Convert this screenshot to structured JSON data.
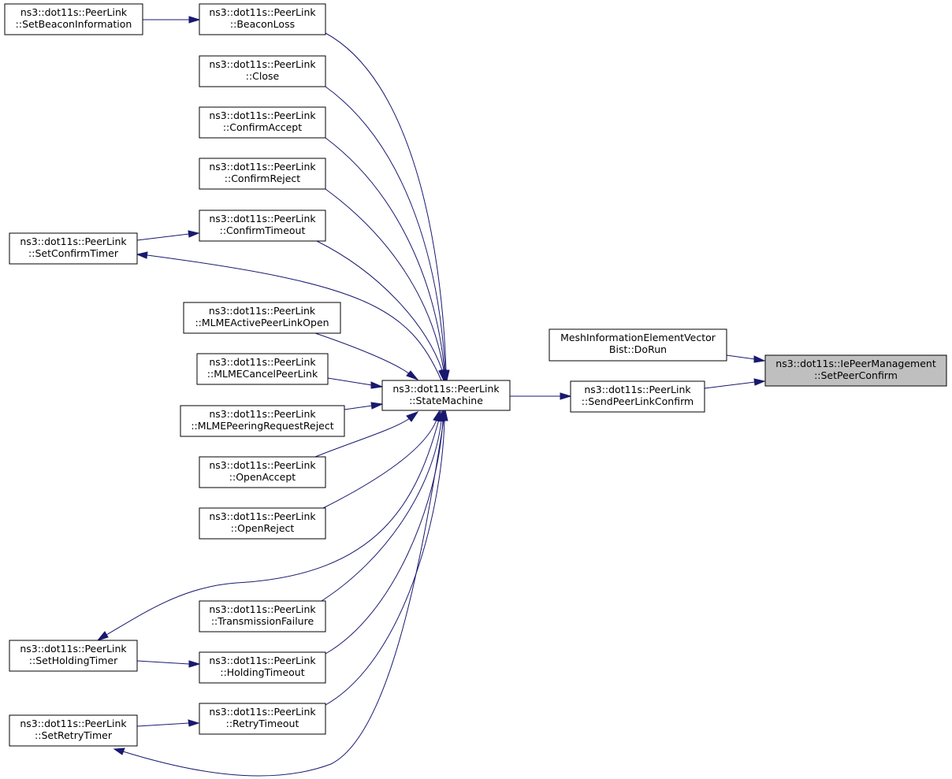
{
  "diagram": {
    "kind": "doxygen caller graph",
    "colors": {
      "edge": "#191970",
      "box_border": "#000000",
      "focus_fill": "#bfbfbf",
      "box_fill": "#ffffff"
    },
    "nodes": [
      {
        "id": "setpeerconfirm",
        "lines": [
          "ns3::dot11s::IePeerManagement",
          "::SetPeerConfirm"
        ],
        "focus": true
      },
      {
        "id": "doRun",
        "lines": [
          "MeshInformationElementVector",
          "Bist::DoRun"
        ]
      },
      {
        "id": "sendconfirm",
        "lines": [
          "ns3::dot11s::PeerLink",
          "::SendPeerLinkConfirm"
        ]
      },
      {
        "id": "statemachine",
        "lines": [
          "ns3::dot11s::PeerLink",
          "::StateMachine"
        ]
      },
      {
        "id": "beaconloss",
        "lines": [
          "ns3::dot11s::PeerLink",
          "::BeaconLoss"
        ]
      },
      {
        "id": "close",
        "lines": [
          "ns3::dot11s::PeerLink",
          "::Close"
        ]
      },
      {
        "id": "confirmaccept",
        "lines": [
          "ns3::dot11s::PeerLink",
          "::ConfirmAccept"
        ]
      },
      {
        "id": "confirmreject",
        "lines": [
          "ns3::dot11s::PeerLink",
          "::ConfirmReject"
        ]
      },
      {
        "id": "confirmtimeout",
        "lines": [
          "ns3::dot11s::PeerLink",
          "::ConfirmTimeout"
        ]
      },
      {
        "id": "mlmeactive",
        "lines": [
          "ns3::dot11s::PeerLink",
          "::MLMEActivePeerLinkOpen"
        ]
      },
      {
        "id": "mlmecancel",
        "lines": [
          "ns3::dot11s::PeerLink",
          "::MLMECancelPeerLink"
        ]
      },
      {
        "id": "mlmepeering",
        "lines": [
          "ns3::dot11s::PeerLink",
          "::MLMEPeeringRequestReject"
        ]
      },
      {
        "id": "openaccept",
        "lines": [
          "ns3::dot11s::PeerLink",
          "::OpenAccept"
        ]
      },
      {
        "id": "openreject",
        "lines": [
          "ns3::dot11s::PeerLink",
          "::OpenReject"
        ]
      },
      {
        "id": "transfail",
        "lines": [
          "ns3::dot11s::PeerLink",
          "::TransmissionFailure"
        ]
      },
      {
        "id": "holdingtimeout",
        "lines": [
          "ns3::dot11s::PeerLink",
          "::HoldingTimeout"
        ]
      },
      {
        "id": "retrytimeout",
        "lines": [
          "ns3::dot11s::PeerLink",
          "::RetryTimeout"
        ]
      },
      {
        "id": "setbeacon",
        "lines": [
          "ns3::dot11s::PeerLink",
          "::SetBeaconInformation"
        ]
      },
      {
        "id": "setconfirmtimer",
        "lines": [
          "ns3::dot11s::PeerLink",
          "::SetConfirmTimer"
        ]
      },
      {
        "id": "setholdingtimer",
        "lines": [
          "ns3::dot11s::PeerLink",
          "::SetHoldingTimer"
        ]
      },
      {
        "id": "setretrytimer",
        "lines": [
          "ns3::dot11s::PeerLink",
          "::SetRetryTimer"
        ]
      }
    ],
    "edges": [
      {
        "from": "doRun",
        "to": "setpeerconfirm"
      },
      {
        "from": "sendconfirm",
        "to": "setpeerconfirm"
      },
      {
        "from": "statemachine",
        "to": "sendconfirm"
      },
      {
        "from": "beaconloss",
        "to": "statemachine"
      },
      {
        "from": "close",
        "to": "statemachine"
      },
      {
        "from": "confirmaccept",
        "to": "statemachine"
      },
      {
        "from": "confirmreject",
        "to": "statemachine"
      },
      {
        "from": "confirmtimeout",
        "to": "statemachine"
      },
      {
        "from": "mlmeactive",
        "to": "statemachine"
      },
      {
        "from": "mlmecancel",
        "to": "statemachine"
      },
      {
        "from": "mlmepeering",
        "to": "statemachine"
      },
      {
        "from": "openaccept",
        "to": "statemachine"
      },
      {
        "from": "openreject",
        "to": "statemachine"
      },
      {
        "from": "transfail",
        "to": "statemachine"
      },
      {
        "from": "holdingtimeout",
        "to": "statemachine"
      },
      {
        "from": "retrytimeout",
        "to": "statemachine"
      },
      {
        "from": "statemachine",
        "to": "setconfirmtimer"
      },
      {
        "from": "statemachine",
        "to": "setholdingtimer"
      },
      {
        "from": "statemachine",
        "to": "setretrytimer"
      },
      {
        "from": "setbeacon",
        "to": "beaconloss"
      },
      {
        "from": "setconfirmtimer",
        "to": "confirmtimeout"
      },
      {
        "from": "setholdingtimer",
        "to": "holdingtimeout"
      },
      {
        "from": "setretrytimer",
        "to": "retrytimeout"
      }
    ]
  }
}
